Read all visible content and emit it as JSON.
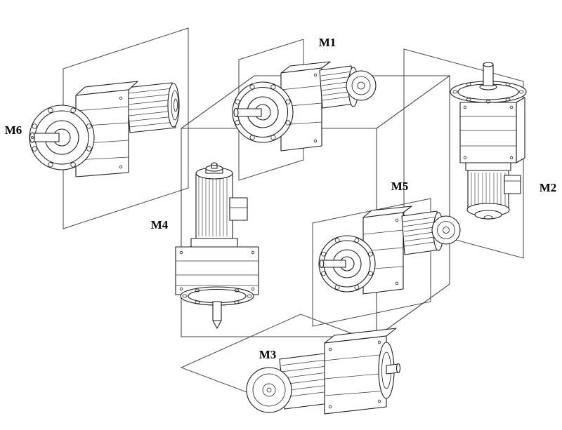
{
  "diagram": {
    "background": "#ffffff",
    "line_color": "#1b1b1b",
    "labels": {
      "m1": "M1",
      "m2": "M2",
      "m3": "M3",
      "m4": "M4",
      "m5": "M5",
      "m6": "M6"
    }
  }
}
